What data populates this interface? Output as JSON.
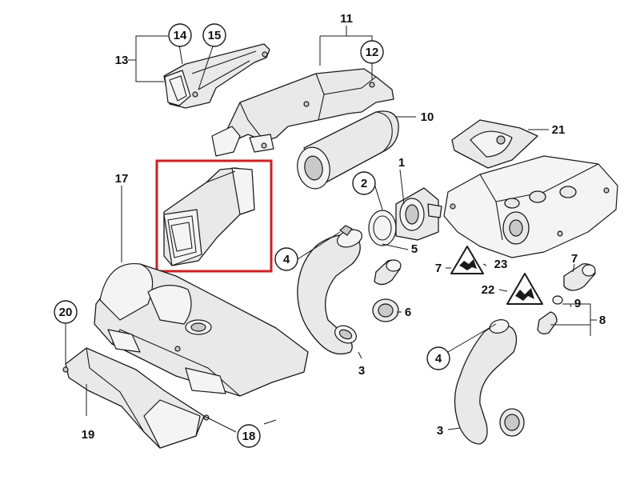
{
  "highlight_color": "#cc2222",
  "callouts": [
    {
      "id": "1",
      "circled": false
    },
    {
      "id": "2",
      "circled": true
    },
    {
      "id": "3",
      "circled": false
    },
    {
      "id": "3",
      "circled": false
    },
    {
      "id": "4",
      "circled": true
    },
    {
      "id": "4",
      "circled": true
    },
    {
      "id": "5",
      "circled": false
    },
    {
      "id": "6",
      "circled": false
    },
    {
      "id": "7",
      "circled": false
    },
    {
      "id": "7",
      "circled": false
    },
    {
      "id": "8",
      "circled": false
    },
    {
      "id": "9",
      "circled": false
    },
    {
      "id": "10",
      "circled": false
    },
    {
      "id": "11",
      "circled": false
    },
    {
      "id": "12",
      "circled": true
    },
    {
      "id": "13",
      "circled": false
    },
    {
      "id": "14",
      "circled": true
    },
    {
      "id": "15",
      "circled": true
    },
    {
      "id": "17",
      "circled": false
    },
    {
      "id": "18",
      "circled": true
    },
    {
      "id": "19",
      "circled": false
    },
    {
      "id": "20",
      "circled": true
    },
    {
      "id": "21",
      "circled": false
    },
    {
      "id": "22",
      "circled": false
    },
    {
      "id": "23",
      "circled": false
    }
  ],
  "warning_icon": "hot-surface-warning-triangle"
}
